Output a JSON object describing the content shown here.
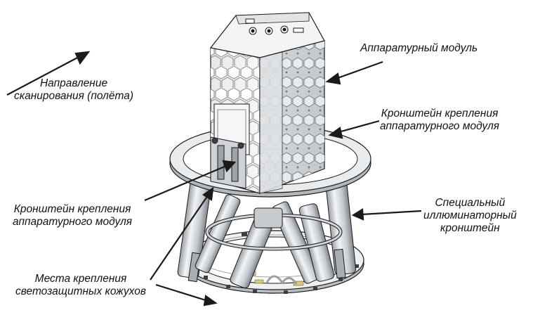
{
  "labels": {
    "direction": [
      "Направление",
      "сканирования (полёта)"
    ],
    "module": [
      "Аппаратурный модуль"
    ],
    "bracket_top": [
      "Кронштейн крепления",
      "аппаратурного модуля"
    ],
    "bracket_left": [
      "Кронштейн крепления",
      "аппаратурного модуля"
    ],
    "illuminator": [
      "Специальный",
      "иллюминаторный",
      "кронштейн"
    ],
    "mounts": [
      "Места крепления",
      "светозащитных кожухов"
    ]
  },
  "colors": {
    "line": "#1a1a1a",
    "metal_light": "#eceef0",
    "metal_mid": "#c9ced3",
    "metal_dark": "#8b9096",
    "accent_yellow": "#d8c774"
  }
}
